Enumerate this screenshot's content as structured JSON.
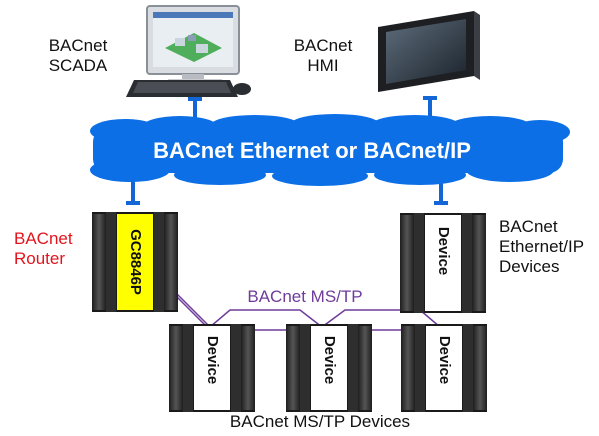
{
  "nodes": {
    "scada": {
      "line1": "BACnet",
      "line2": "SCADA"
    },
    "hmi": {
      "line1": "BACnet",
      "line2": "HMI"
    },
    "network": {
      "label": "BACnet Ethernet or BACnet/IP"
    },
    "router": {
      "line1": "BACnet",
      "line2": "Router",
      "model": "GC8846P"
    },
    "ip_devices": {
      "line1": "BACnet",
      "line2": "Ethernet/IP",
      "line3": "Devices",
      "device_label": "Device"
    },
    "mstp_bus": {
      "label": "BACnet MS/TP"
    },
    "mstp_devices": {
      "label": "BACnet MS/TP Devices",
      "device_label": "Device"
    }
  },
  "colors": {
    "network": "#0c6fe6",
    "connector": "#1366d6",
    "router_label_bg": "#ffff00",
    "router_text": "#e3141c",
    "bus_line": "#6e3c9a"
  }
}
